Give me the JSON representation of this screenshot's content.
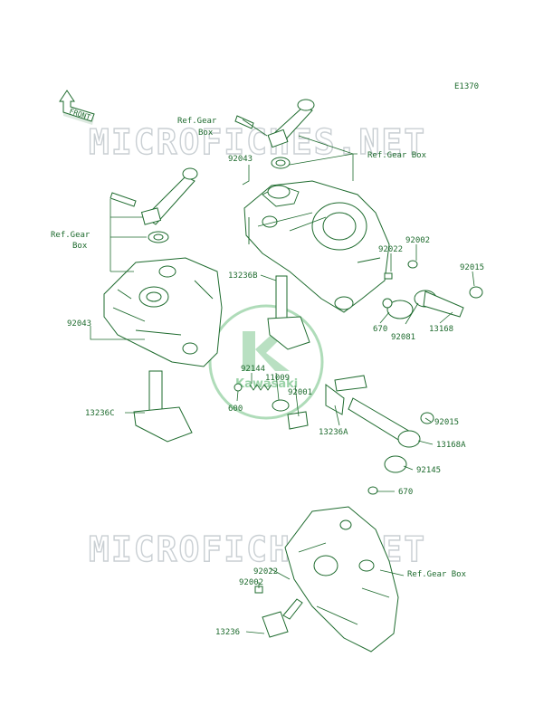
{
  "diagram_id": "E1370",
  "watermarks": [
    "MICROFICHES.NET",
    "MICROFICHES.NET"
  ],
  "logo_text": "Kawasaki",
  "front_arrow": "FRONT",
  "ref_gear_box": {
    "top_line1": "Ref.Gear",
    "top_line2": "Box",
    "right_top": "Ref.Gear Box",
    "left_line1": "Ref.Gear",
    "left_line2": "Box",
    "lower_right": "Ref.Gear Box"
  },
  "parts": {
    "p92043_top": "92043",
    "p92043_left": "92043",
    "p92022_top": "92022",
    "p92002_top": "92002",
    "p92015_top": "92015",
    "p13236B": "13236B",
    "p670_top": "670",
    "p92081": "92081",
    "p13168": "13168",
    "p92144": "92144",
    "p11009": "11009",
    "p92001": "92001",
    "p600": "600",
    "p13236C": "13236C",
    "p13236A": "13236A",
    "p92015_mid": "92015",
    "p13168A": "13168A",
    "p92145": "92145",
    "p670_mid": "670",
    "p92022_bot": "92022",
    "p92002_bot": "92002",
    "p13236": "13236"
  },
  "colors": {
    "line": "#1e6b2e",
    "watermark": "#c9cfd3",
    "logo": "#9bd3a8"
  }
}
